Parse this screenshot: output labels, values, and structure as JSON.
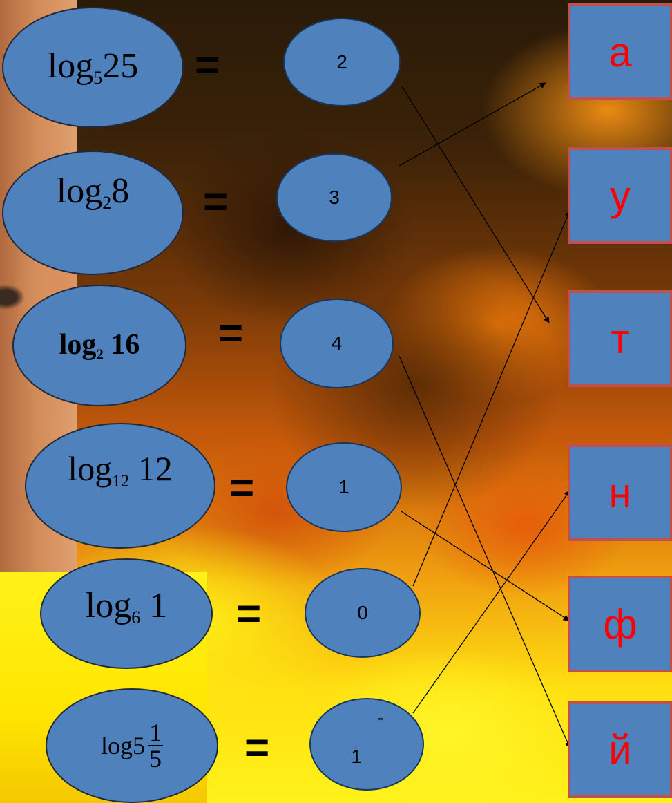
{
  "colors": {
    "oval_fill": "#4f81bd",
    "box_border": "#c0504d",
    "letter_color": "#ff0000"
  },
  "equals_sign": "=",
  "rows": [
    {
      "log": "log",
      "base": "5",
      "arg": "25",
      "answer": "2"
    },
    {
      "log": "log",
      "base": "2",
      "arg": "8",
      "answer": "3"
    },
    {
      "log": "log",
      "base": "2",
      "arg": "16",
      "answer": "4"
    },
    {
      "log": "log",
      "base": "12",
      "arg": "12",
      "answer": "1"
    },
    {
      "log": "log",
      "base": "6",
      "arg": "1",
      "answer": "0"
    },
    {
      "log": "log",
      "base": "5",
      "arg_num": "1",
      "arg_den": "5",
      "answer_top": "-",
      "answer_bottom": "1"
    }
  ],
  "letters": [
    "а",
    "у",
    "т",
    "н",
    "ф",
    "й"
  ]
}
